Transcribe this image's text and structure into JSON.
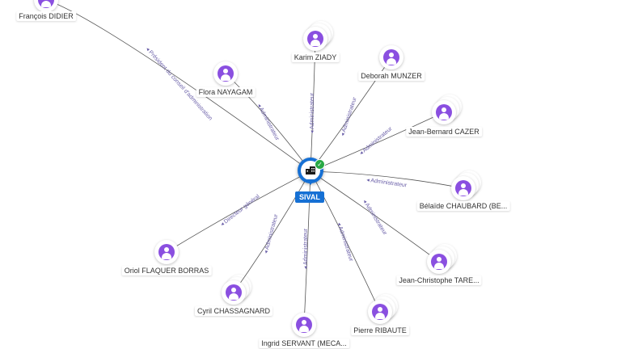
{
  "company": {
    "name": "SIVAL",
    "icon": "building-icon",
    "verified_icon": "check-icon"
  },
  "people": [
    {
      "id": "p1",
      "name": "François DIDIER",
      "role": "Président du conseil d'administration",
      "stack": false
    },
    {
      "id": "p2",
      "name": "Flora NAYAGAM",
      "role": "Administrateur",
      "stack": false
    },
    {
      "id": "p3",
      "name": "Karim ZIADY",
      "role": "Administrateur",
      "stack": true
    },
    {
      "id": "p4",
      "name": "Deborah MUNZER",
      "role": "Administrateur",
      "stack": false
    },
    {
      "id": "p5",
      "name": "Jean-Bernard CAZER",
      "role": "Administrateur",
      "stack": true
    },
    {
      "id": "p6",
      "name": "Bélaïde CHAUBARD (BE...",
      "role": "Administrateur",
      "stack": true
    },
    {
      "id": "p7",
      "name": "Jean-Christophe TARE...",
      "role": "Administrateur",
      "stack": true
    },
    {
      "id": "p8",
      "name": "Pierre RIBAUTE",
      "role": "Administrateur",
      "stack": true
    },
    {
      "id": "p9",
      "name": "Ingrid SERVANT (MECA...",
      "role": "Administrateur",
      "stack": false
    },
    {
      "id": "p10",
      "name": "Cyril CHASSAGNARD",
      "role": "Administrateur",
      "stack": true
    },
    {
      "id": "p11",
      "name": "Oriol FLAQUER BORRAS",
      "role": "Directeur général",
      "stack": false
    }
  ],
  "colors": {
    "company": "#1670d4",
    "avatar": "#8a4fe0",
    "edge": "#555555",
    "edge_label": "#6a5fa8",
    "verified": "#27a844"
  }
}
